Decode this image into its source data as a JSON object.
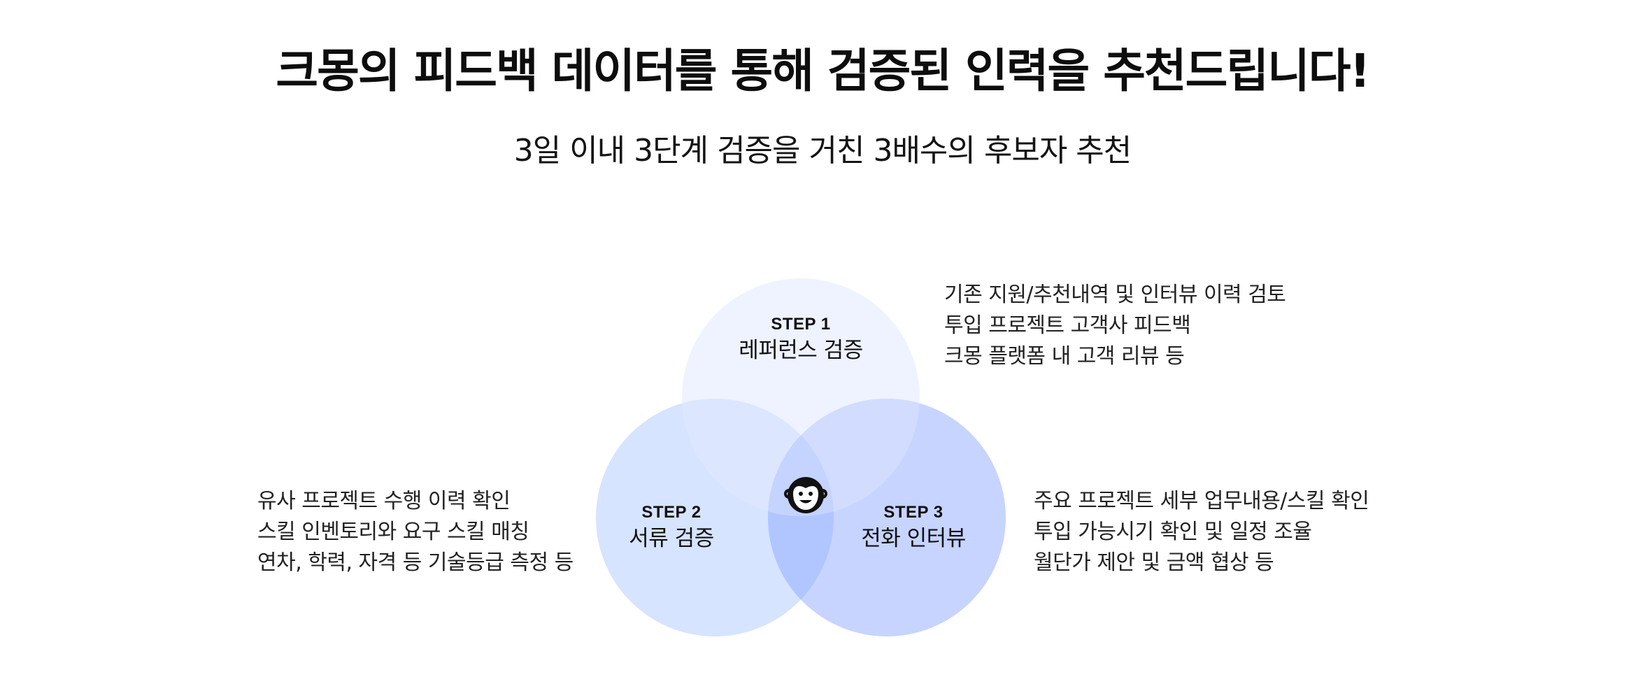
{
  "headline": "크몽의 피드백 데이터를 통해 검증된 인력을 추천드립니다!",
  "subheadline": "3일 이내 3단계 검증을 거친 3배수의 후보자 추천",
  "steps": [
    {
      "tag": "STEP 1",
      "name": "레퍼런스 검증",
      "details": [
        "기존 지원/추천내역 및 인터뷰 이력 검토",
        "투입 프로젝트 고객사 피드백",
        "크몽 플랫폼 내 고객 리뷰 등"
      ],
      "fill": "#eef3ff"
    },
    {
      "tag": "STEP 2",
      "name": "서류 검증",
      "details": [
        "유사 프로젝트 수행 이력 확인",
        "스킬 인벤토리와 요구 스킬 매칭",
        "연차, 학력, 자격 등 기술등급 측정 등"
      ],
      "fill": "#d6e4ff"
    },
    {
      "tag": "STEP 3",
      "name": "전화 인터뷰",
      "details": [
        "주요 프로젝트 세부 업무내용/스킬 확인",
        "투입 가능시기 확인 및 일정 조율",
        "월단가 제안 및 금액 협상 등"
      ],
      "fill": "#c7d4ff"
    }
  ],
  "center_icon": "monkey-mascot-icon",
  "colors": {
    "text": "#111111",
    "overlap_1_2": "#dce6ff",
    "overlap_1_3": "#d2dcff",
    "overlap_2_3": "#b1c6ff",
    "overlap_all": "#c4d3ff"
  }
}
